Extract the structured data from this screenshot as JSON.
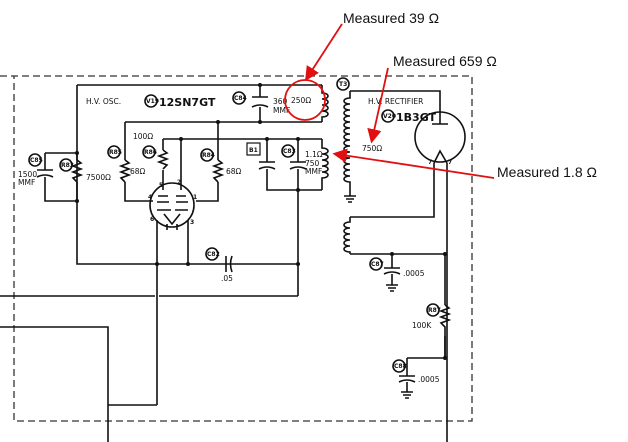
{
  "annotations": {
    "color": "#e01010",
    "m1": "Measured 39 Ω",
    "m2": "Measured 659 Ω",
    "m3": "Measured 1.8 Ω"
  },
  "labels": {
    "hv_osc": "H.V. OSC.",
    "v19": "V19",
    "tube1": "12SN7GT",
    "hv_rect": "H.V. RECTIFIER",
    "v20": "V20",
    "tube2": "1B3GT",
    "t3": "T3",
    "c84": "C84",
    "c84_val1": "360",
    "c84_val2": "MMF",
    "r_250": "250Ω",
    "r_100": "100Ω",
    "c85": "C85",
    "c85_val1": "1500",
    "c85_val2": "MMF",
    "r83": "R83",
    "r83_val": "7500Ω",
    "r85": "R85",
    "r85_val": "68Ω",
    "r86": "R86",
    "r84": "R84",
    "r84_val": "68Ω",
    "b1": "B1",
    "c83": "C83",
    "c83_r": "1.1Ω",
    "c83_val1": "750",
    "c83_val2": "MMF",
    "r_750": "750Ω",
    "c82": "C82",
    "c82_val": ".05",
    "c87": "C87",
    "c87_val": ".0005",
    "r87": "R87",
    "r87_val": "100K",
    "c88": "C88",
    "c88_val": ".0005",
    "pin4": "4",
    "pin5": "5",
    "pin2": "2",
    "pin1": "1",
    "pin6": "6",
    "pin3": "3",
    "pin7a": "7",
    "pin7b": "7"
  }
}
